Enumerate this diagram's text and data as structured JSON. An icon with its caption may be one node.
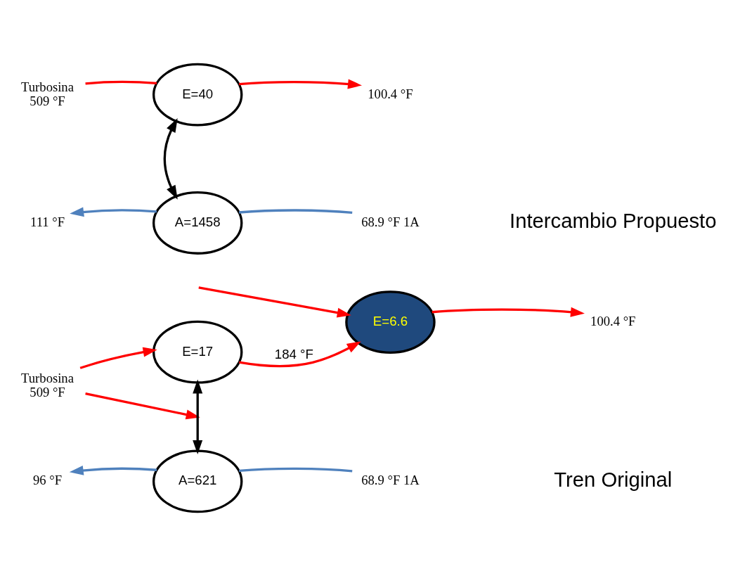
{
  "diagram": {
    "nodes": [
      {
        "text": [
          "Turbosina",
          "509 °F"
        ]
      },
      {
        "text": [
          "E=40"
        ]
      },
      {
        "text": [
          "100.4 °F"
        ]
      },
      {
        "text": [
          "111 °F"
        ]
      },
      {
        "text": [
          "A=1458"
        ]
      },
      {
        "text": [
          "68.9 °F 1A"
        ]
      },
      {
        "text": [
          "Turbosina",
          "509 °F"
        ]
      },
      {
        "text": [
          "E=17"
        ]
      },
      {
        "text": [
          "E=6.6"
        ]
      },
      {
        "text": [
          "100.4 °F"
        ]
      },
      {
        "text": [
          "96 °F"
        ]
      },
      {
        "text": [
          "A=621"
        ]
      },
      {
        "text": [
          "68.9 °F 1A"
        ]
      }
    ],
    "edges": [
      {
        "from": 0,
        "to": 1,
        "arrow": "none"
      },
      {
        "from": 1,
        "to": 2,
        "arrow": "to"
      },
      {
        "from": 1,
        "to": 4,
        "arrow": "both",
        "color": "#000000"
      },
      {
        "from": 5,
        "to": 4,
        "arrow": "none",
        "color": "#4f81bd"
      },
      {
        "from": 4,
        "to": 3,
        "arrow": "to",
        "color": "#4f81bd"
      },
      {
        "from": 6,
        "to": null,
        "arrow": "to"
      },
      {
        "from": 6,
        "to": 7,
        "arrow": "to"
      },
      {
        "from": 7,
        "to": 8,
        "arrow": "to",
        "label": "184 °F"
      },
      {
        "from": null,
        "to": 8,
        "arrow": "to"
      },
      {
        "from": 8,
        "to": 9,
        "arrow": "to"
      },
      {
        "from": 7,
        "to": 11,
        "arrow": "both",
        "color": "#000000"
      },
      {
        "from": 12,
        "to": 11,
        "arrow": "none",
        "color": "#4f81bd"
      },
      {
        "from": 11,
        "to": 10,
        "arrow": "to",
        "color": "#4f81bd"
      }
    ],
    "labels": [
      "Intercambio Propuesto",
      "Tren Original"
    ]
  }
}
